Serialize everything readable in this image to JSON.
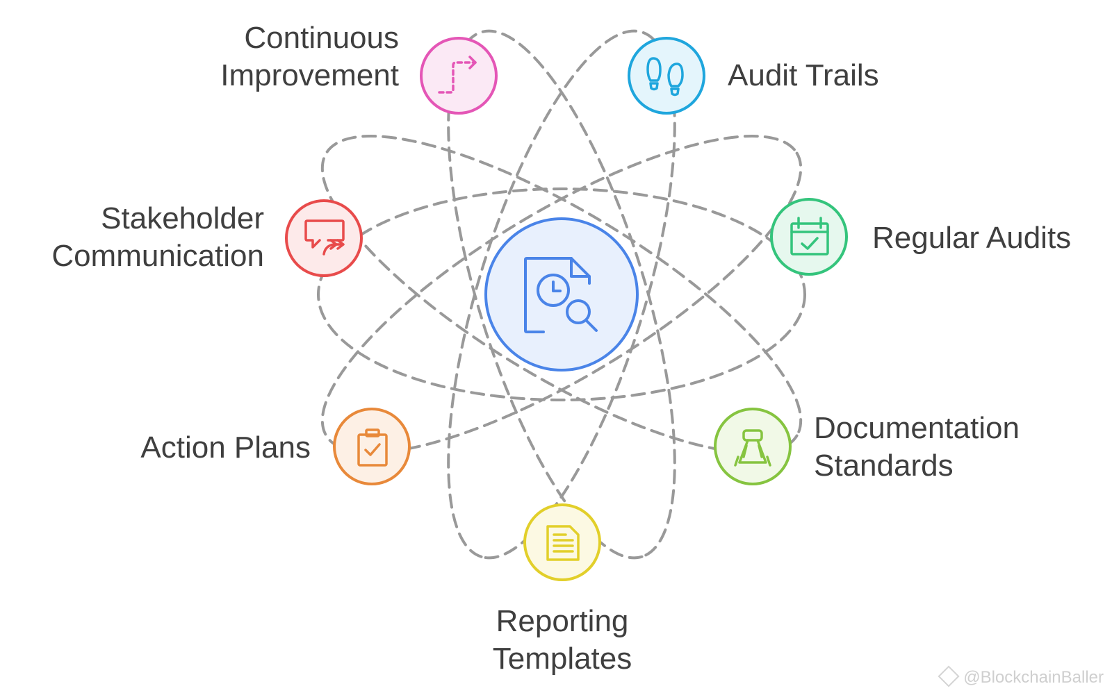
{
  "center": {
    "icon": "document-clock-search-icon",
    "color": "#4a84e8",
    "fill": "#e8f0fd"
  },
  "nodes": {
    "continuous_improvement": {
      "label_line1": "Continuous",
      "label_line2": "Improvement",
      "icon": "step-arrow-up-right-icon",
      "color": "#e456b6",
      "fill": "#fbe9f5"
    },
    "audit_trails": {
      "label_line1": "Audit Trails",
      "icon": "footprints-icon",
      "color": "#1fa6dd",
      "fill": "#e4f5fc"
    },
    "stakeholder_communication": {
      "label_line1": "Stakeholder",
      "label_line2": "Communication",
      "icon": "message-forward-icon",
      "color": "#e84b4b",
      "fill": "#fdeaea"
    },
    "regular_audits": {
      "label_line1": "Regular Audits",
      "icon": "calendar-check-icon",
      "color": "#34c47c",
      "fill": "#e6f8ee"
    },
    "action_plans": {
      "label_line1": "Action Plans",
      "icon": "clipboard-check-icon",
      "color": "#e8893a",
      "fill": "#fdf0e5"
    },
    "documentation_standards": {
      "label_line1": "Documentation",
      "label_line2": "Standards",
      "icon": "binder-clip-icon",
      "color": "#86c440",
      "fill": "#f1f9e7"
    },
    "reporting_templates": {
      "label_line1": "Reporting",
      "label_line2": "Templates",
      "icon": "document-lines-icon",
      "color": "#e2cf2a",
      "fill": "#fcf9e3"
    }
  },
  "orbit_color": "#999999",
  "watermark": "@BlockchainBaller"
}
